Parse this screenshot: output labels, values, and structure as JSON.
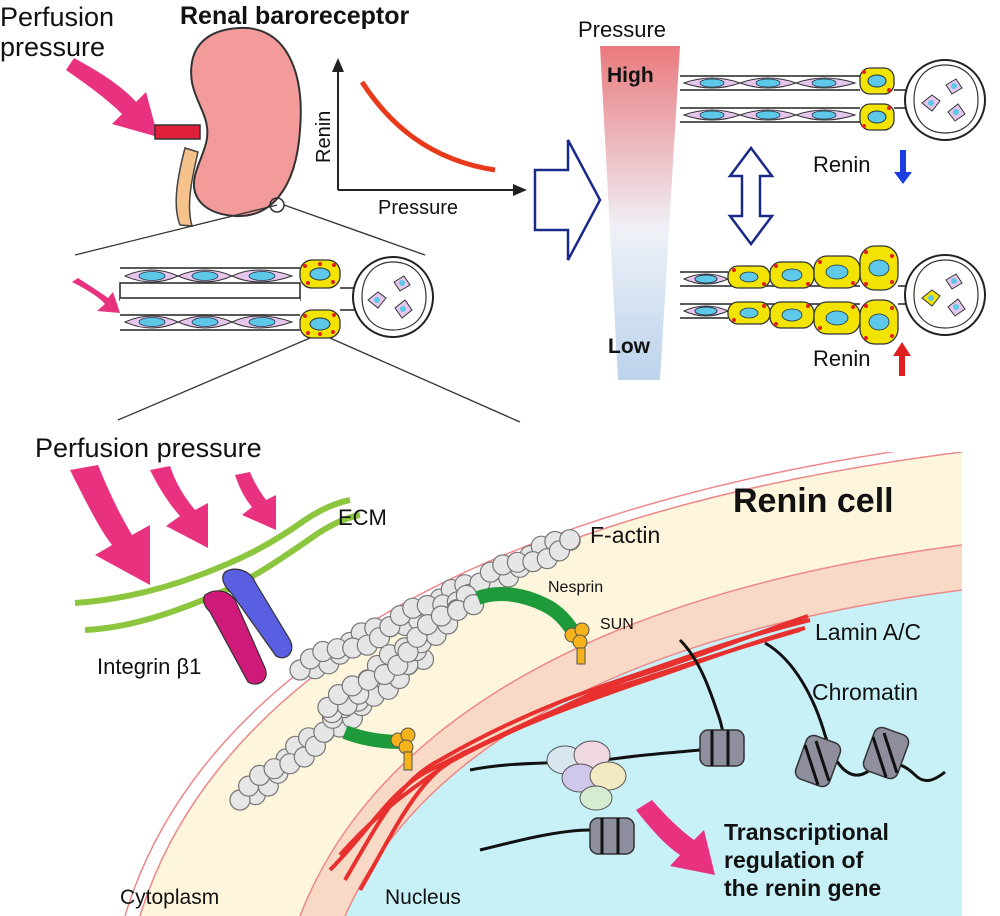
{
  "top": {
    "perfusion_line1": "Perfusion",
    "perfusion_line2": "pressure",
    "title": "Renal baroreceptor",
    "graph_ylabel": "Renin",
    "graph_xlabel": "Pressure",
    "gradient_label": "Pressure",
    "high_label": "High",
    "low_label": "Low",
    "renin_low_label": "Renin",
    "renin_high_label": "Renin"
  },
  "bottom": {
    "perfusion_label": "Perfusion pressure",
    "ecm_label": "ECM",
    "cell_title": "Renin cell",
    "factin_label": "F-actin",
    "nesprin_label": "Nesprin",
    "sun_label": "SUN",
    "lamin_label": "Lamin A/C",
    "chromatin_label": "Chromatin",
    "integrin_label": "Integrin β1",
    "cytoplasm_label": "Cytoplasm",
    "nucleus_label": "Nucleus",
    "transcription_line1": "Transcriptional",
    "transcription_line2": "regulation of",
    "transcription_line3": "the renin gene"
  },
  "colors": {
    "arrow_pink": "#e8327f",
    "renin_curve": "#e83a1a",
    "kidney_fill": "#f39a9a",
    "granule_yellow": "#f2e400",
    "granule_red": "#e22020",
    "ecm_green": "#8cc63f",
    "integrin_blue": "#5a5ee0",
    "integrin_magenta": "#d01a7a",
    "nesprin_green": "#1f9a3a",
    "sun_orange": "#f5b21a",
    "lamin_red": "#e8302e",
    "cytoplasm_fill": "#fdf5dc",
    "nucleus_fill": "#c8f1f7",
    "down_arrow": "#1a3ee0",
    "up_arrow": "#e02020",
    "outline_arrow": "#1a2a8a"
  }
}
